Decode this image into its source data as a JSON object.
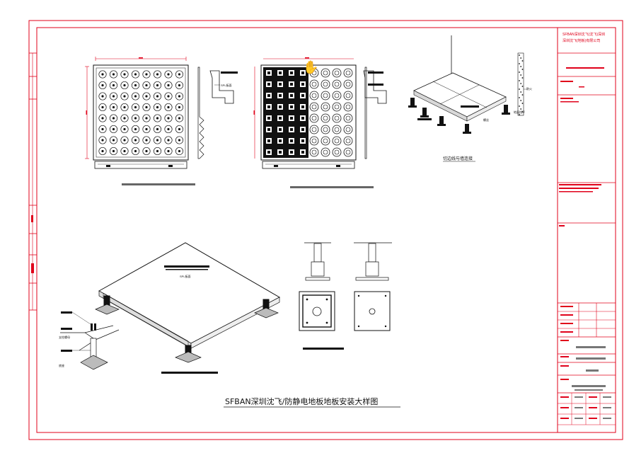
{
  "drawing": {
    "main_title": "SFBAN深圳沈飞/防静电地板地板安装大样图",
    "captions": {
      "edge_detail": "切边线与墙连接"
    },
    "tiny_labels": {
      "spl": "SPL板面",
      "wall_edge": "防火",
      "leveler": "地面找平",
      "screw_label_1": "螺丝",
      "screw_label_2": "支柱螺母",
      "base_label": "底座"
    }
  },
  "title_block": {
    "company_line_1": "SFBAN深圳沈飞(沈飞)深圳",
    "company_line_2": "深圳沈飞(地板)有限公司"
  },
  "colors": {
    "frame": "#e0001a",
    "line": "#111111",
    "hatch": "#2a2a2a",
    "bg": "#ffffff"
  }
}
